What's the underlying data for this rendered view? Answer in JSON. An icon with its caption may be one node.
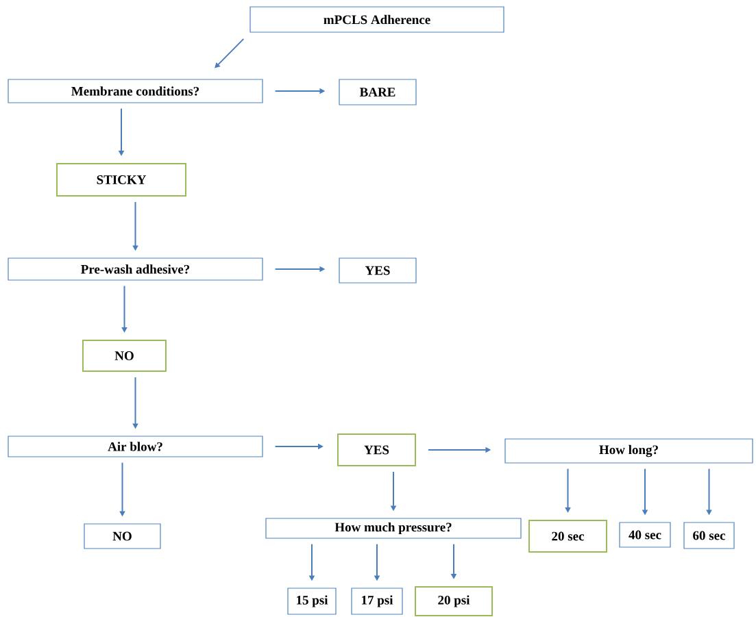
{
  "diagram": {
    "nodes": [
      {
        "text": [
          "mPCLS Adherence"
        ]
      },
      {
        "text": [
          "Membrane conditions?"
        ]
      },
      {
        "text": [
          "BARE"
        ]
      },
      {
        "text": [
          "STICKY"
        ]
      },
      {
        "text": [
          "Pre-wash adhesive?"
        ]
      },
      {
        "text": [
          "YES"
        ]
      },
      {
        "text": [
          "NO"
        ]
      },
      {
        "text": [
          "Air blow?"
        ]
      },
      {
        "text": [
          "YES"
        ]
      },
      {
        "text": [
          "How long?"
        ]
      },
      {
        "text": [
          "NO"
        ]
      },
      {
        "text": [
          "How much pressure?"
        ]
      },
      {
        "text": [
          "20 sec"
        ]
      },
      {
        "text": [
          "40 sec"
        ]
      },
      {
        "text": [
          "60 sec"
        ]
      },
      {
        "text": [
          "15 psi"
        ]
      },
      {
        "text": [
          "17 psi"
        ]
      },
      {
        "text": [
          "20 psi"
        ]
      }
    ],
    "edges": [
      {
        "from": 0,
        "to": 1,
        "arrow": "to"
      },
      {
        "from": 1,
        "to": 2,
        "arrow": "to"
      },
      {
        "from": 1,
        "to": 3,
        "arrow": "to"
      },
      {
        "from": 3,
        "to": 4,
        "arrow": "to"
      },
      {
        "from": 4,
        "to": 5,
        "arrow": "to"
      },
      {
        "from": 4,
        "to": 6,
        "arrow": "to"
      },
      {
        "from": 6,
        "to": 7,
        "arrow": "to"
      },
      {
        "from": 7,
        "to": 8,
        "arrow": "to"
      },
      {
        "from": 7,
        "to": 10,
        "arrow": "to"
      },
      {
        "from": 8,
        "to": 9,
        "arrow": "to"
      },
      {
        "from": 8,
        "to": 11,
        "arrow": "to"
      },
      {
        "from": 9,
        "to": 12,
        "arrow": "to"
      },
      {
        "from": 9,
        "to": 13,
        "arrow": "to"
      },
      {
        "from": 9,
        "to": 14,
        "arrow": "to"
      },
      {
        "from": 11,
        "to": 15,
        "arrow": "to"
      },
      {
        "from": 11,
        "to": 16,
        "arrow": "to"
      },
      {
        "from": 11,
        "to": 17,
        "arrow": "to"
      }
    ]
  }
}
